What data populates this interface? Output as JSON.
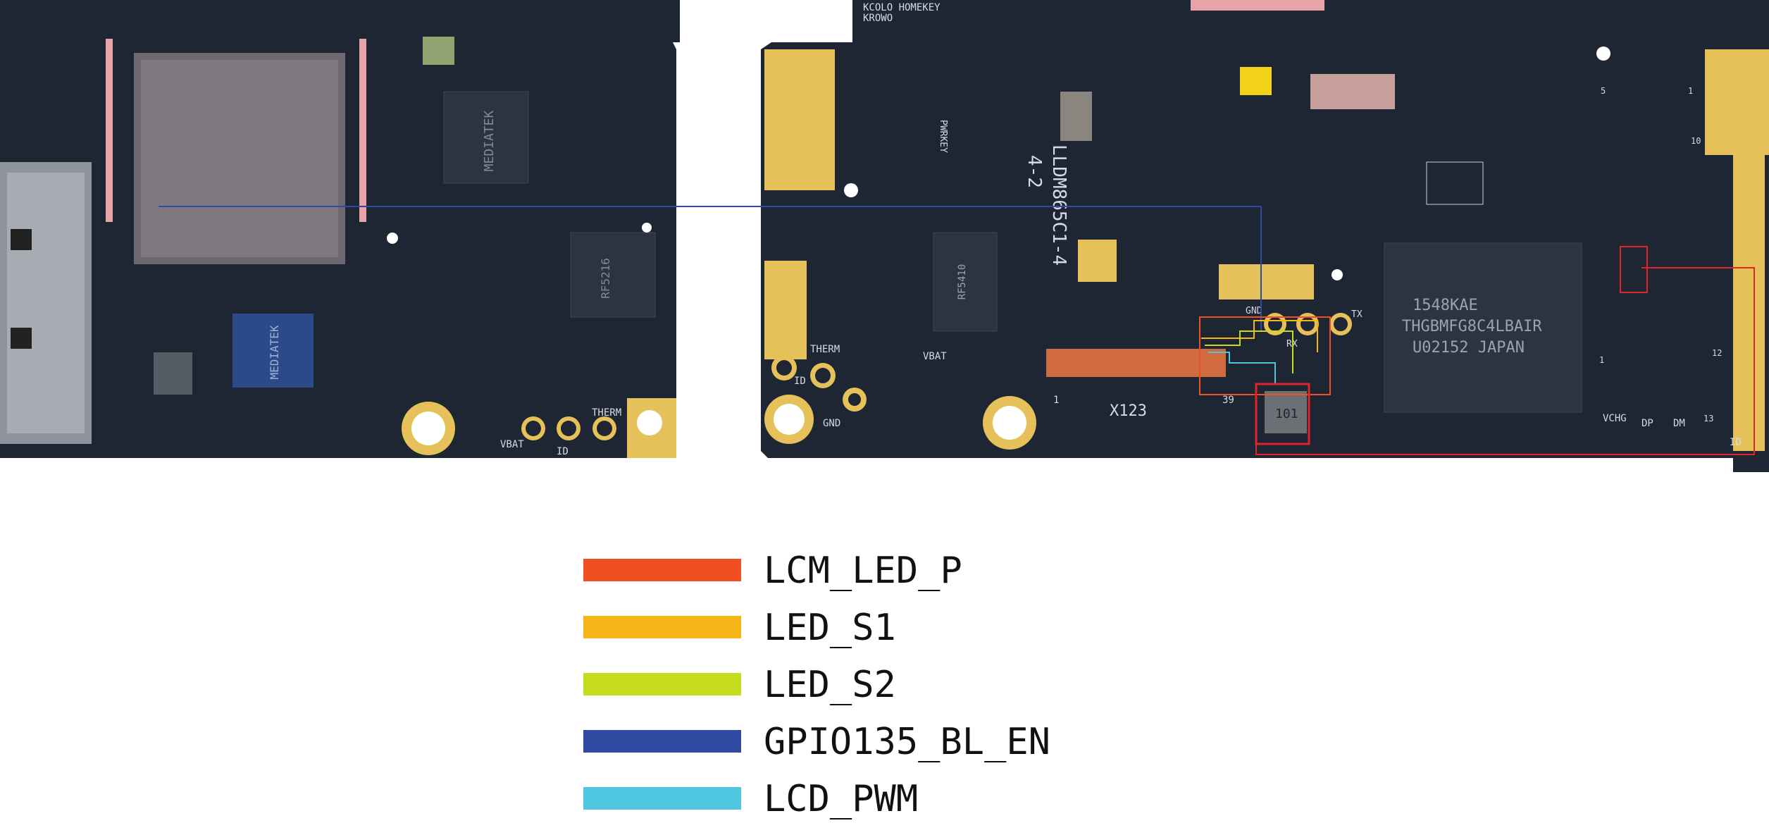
{
  "board_labels": {
    "left_vendor_top": "MEDIATEK",
    "left_vendor_mid": "MEDIATEK",
    "left_pmic": "RF5216",
    "right_ic_marking": "RF5410",
    "board_part": "LLDM865C1-4",
    "board_rev": "4-2",
    "top_keys": "KCOLO HOMEKEY",
    "top_keys_sub": "KROWO",
    "pwrkey": "PWRKEY",
    "emmc_line1": "1548KAE",
    "emmc_line2": "THGBMFG8C4LBAIR",
    "emmc_line3": "U02152 JAPAN",
    "connector_name": "X123",
    "conn_pin_start": "1",
    "conn_pin_end": "39",
    "therm_left": "THERM",
    "vbat_left": "VBAT",
    "id_left": "ID",
    "therm_right": "THERM",
    "vbat_right": "VBAT",
    "id_right": "ID",
    "gnd_right": "GND",
    "gnd_top": "GND",
    "rx": "RX",
    "tx": "TX",
    "vchg": "VCHG",
    "dp": "DP",
    "dm": "DM",
    "id_bottom_right": "ID",
    "pin_13": "13",
    "pin_12": "12",
    "pin_1a": "1",
    "pin_1b": "1",
    "pin_5": "5",
    "pin_10": "10",
    "inductor": "101"
  },
  "legend": [
    {
      "label": "LCM_LED_P",
      "color": "#f04e23"
    },
    {
      "label": "LED_S1",
      "color": "#f6b618"
    },
    {
      "label": "LED_S2",
      "color": "#c4dc1c"
    },
    {
      "label": "GPIO135_BL_EN",
      "color": "#2f4aa0"
    },
    {
      "label": "LCD_PWM",
      "color": "#4ec6df"
    }
  ],
  "colors": {
    "pcb": "#1e2633",
    "gold": "#e6c15a",
    "silver": "#cfd2d6",
    "highlight_box": "#e0232d"
  }
}
